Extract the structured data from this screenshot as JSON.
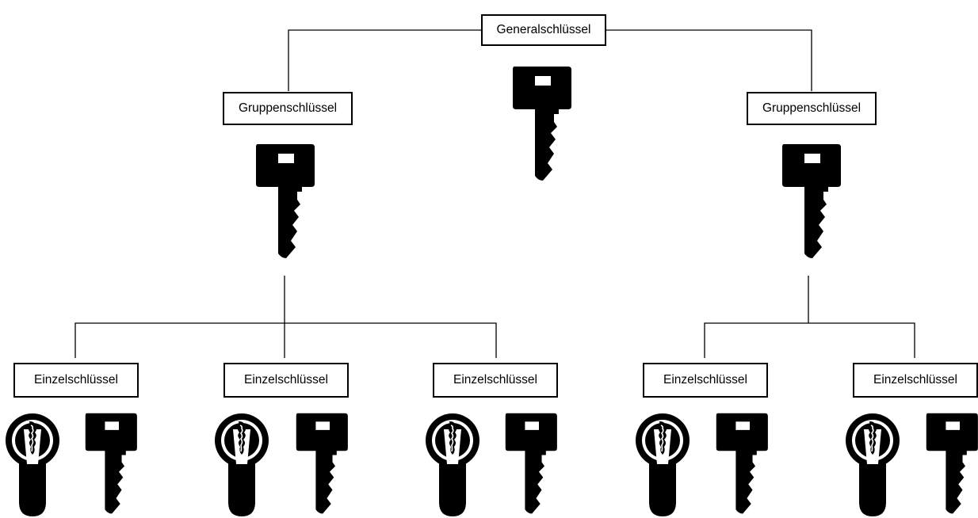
{
  "diagram": {
    "root": {
      "label": "Generalschlüssel",
      "icon": "key-icon"
    },
    "groups": [
      {
        "label": "Gruppenschlüssel",
        "icon": "key-icon",
        "children": [
          {
            "label": "Einzelschlüssel",
            "icons": [
              "lock-cylinder-icon",
              "key-icon"
            ]
          },
          {
            "label": "Einzelschlüssel",
            "icons": [
              "lock-cylinder-icon",
              "key-icon"
            ]
          },
          {
            "label": "Einzelschlüssel",
            "icons": [
              "lock-cylinder-icon",
              "key-icon"
            ]
          }
        ]
      },
      {
        "label": "Gruppenschlüssel",
        "icon": "key-icon",
        "children": [
          {
            "label": "Einzelschlüssel",
            "icons": [
              "lock-cylinder-icon",
              "key-icon"
            ]
          },
          {
            "label": "Einzelschlüssel",
            "icons": [
              "lock-cylinder-icon",
              "key-icon"
            ]
          }
        ]
      }
    ]
  }
}
